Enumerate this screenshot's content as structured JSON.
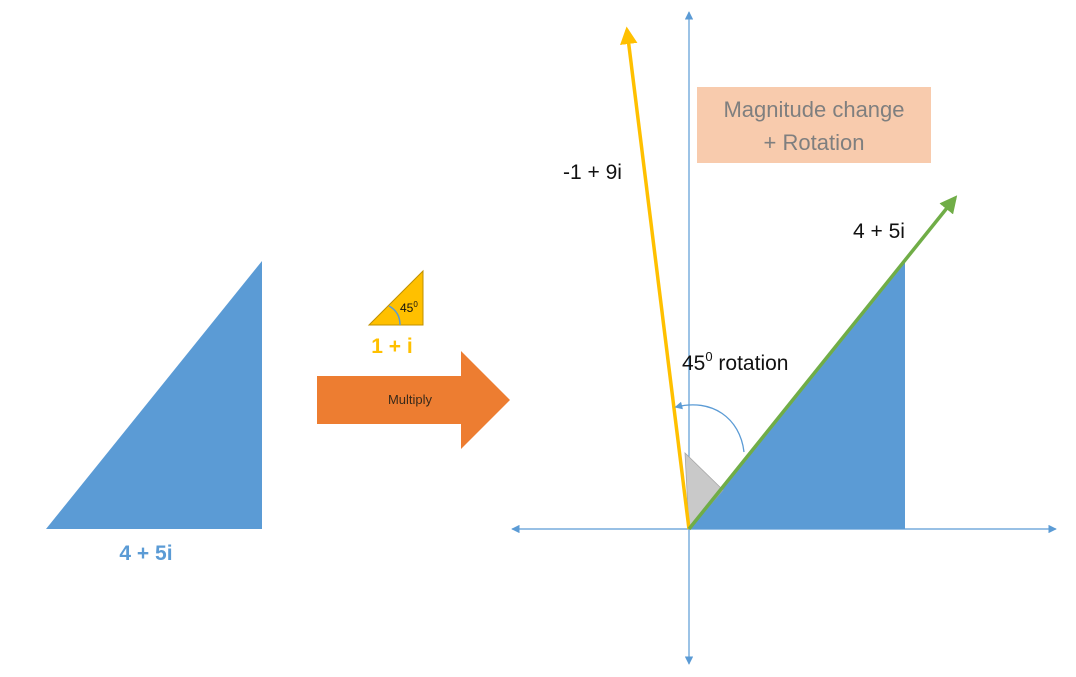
{
  "colors": {
    "triangle_fill": "#5b9bd5",
    "axis": "#5b9bd5",
    "result_vector": "#ffc000",
    "original_vector": "#70ad47",
    "multiply_arrow": "#ed7d31",
    "callout_fill": "#f8cbad",
    "callout_text": "#7f7f7f",
    "angle_wedge": "#c9c9c9"
  },
  "source_triangle": {
    "label": "4 + 5i"
  },
  "multiplier": {
    "label": "1 + i",
    "angle_label": "45",
    "angle_sup": "0"
  },
  "multiply_arrow": {
    "label": "Multiply"
  },
  "callout": {
    "line1": "Magnitude change",
    "line2": "+ Rotation"
  },
  "result": {
    "rotated_label": "-1 + 9i",
    "original_label": "4 + 5i",
    "rotation_label_num": "45",
    "rotation_label_sup": "0",
    "rotation_label_text": " rotation"
  },
  "icons": {
    "multiply": "right-arrow-icon",
    "rotation": "curved-arrow-icon"
  }
}
